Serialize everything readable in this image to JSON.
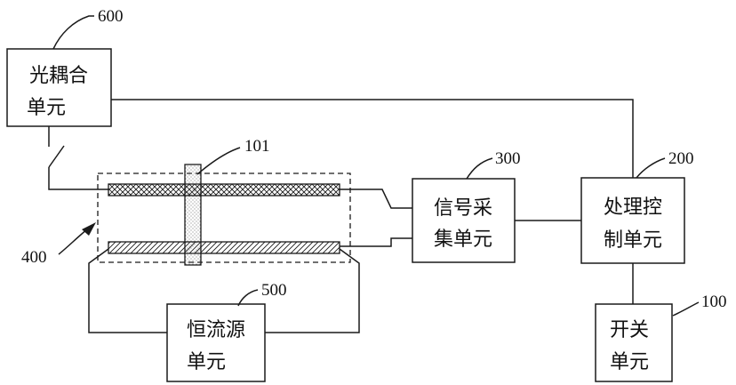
{
  "units": {
    "switch": {
      "number": "100",
      "line1": "开关",
      "line2": "单元"
    },
    "processor": {
      "number": "200",
      "line1": "处理控",
      "line2": "制单元"
    },
    "signal": {
      "number": "300",
      "line1": "信号采",
      "line2": "集单元"
    },
    "sensor": {
      "number": "400"
    },
    "current": {
      "number": "500",
      "line1": "恒流源",
      "line2": "单元"
    },
    "optocoupler": {
      "number": "600",
      "line1": "光耦合",
      "line2": "单元"
    },
    "rod": {
      "number": "101"
    }
  },
  "colors": {
    "line": "#1a1a1a",
    "text": "#111111",
    "background": "#ffffff"
  }
}
